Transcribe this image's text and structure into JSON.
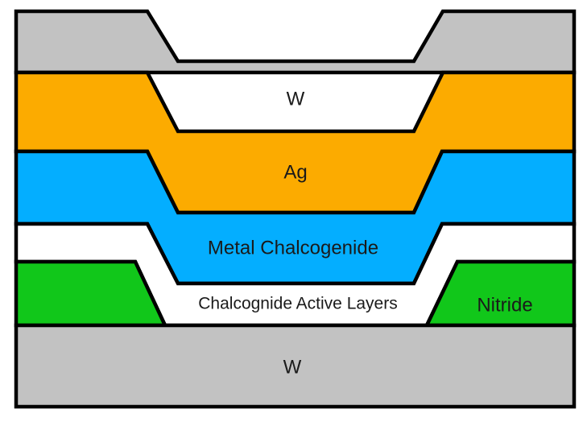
{
  "layers": {
    "top_w": {
      "label": "W",
      "color": "#c2c2c2"
    },
    "ag": {
      "label": "Ag",
      "color": "#fcab00"
    },
    "metal_chalcogenide": {
      "label": "Metal Chalcogenide",
      "color": "#04aeff"
    },
    "active_layers": {
      "label": "Chalcognide Active Layers",
      "color": "#ffffff"
    },
    "nitride": {
      "label": "Nitride",
      "color": "#11c71a"
    },
    "bottom_w": {
      "label": "W",
      "color": "#c2c2c2"
    }
  }
}
